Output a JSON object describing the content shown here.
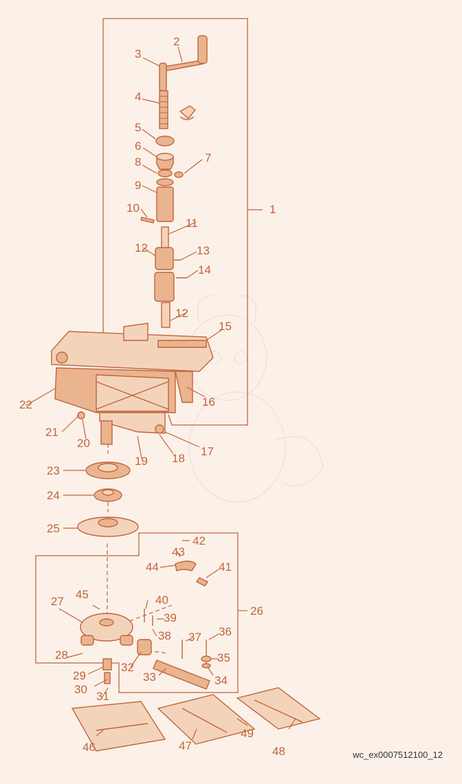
{
  "colors": {
    "background": "#fbf1e9",
    "ink": "#c0643a",
    "fill": "#eab48f",
    "fill_light": "#f4d3bb",
    "caption": "#333333"
  },
  "caption": "wc_ex0007512100_12",
  "labels": [
    "1",
    "2",
    "3",
    "4",
    "5",
    "6",
    "7",
    "8",
    "9",
    "10",
    "11",
    "12",
    "12",
    "13",
    "14",
    "15",
    "16",
    "17",
    "18",
    "19",
    "20",
    "21",
    "22",
    "23",
    "24",
    "25",
    "26",
    "27",
    "28",
    "29",
    "30",
    "31",
    "32",
    "33",
    "34",
    "35",
    "36",
    "37",
    "38",
    "39",
    "40",
    "41",
    "42",
    "43",
    "44",
    "45",
    "46",
    "47",
    "48",
    "49"
  ],
  "watermark_icon": "dragon-illustration-icon"
}
